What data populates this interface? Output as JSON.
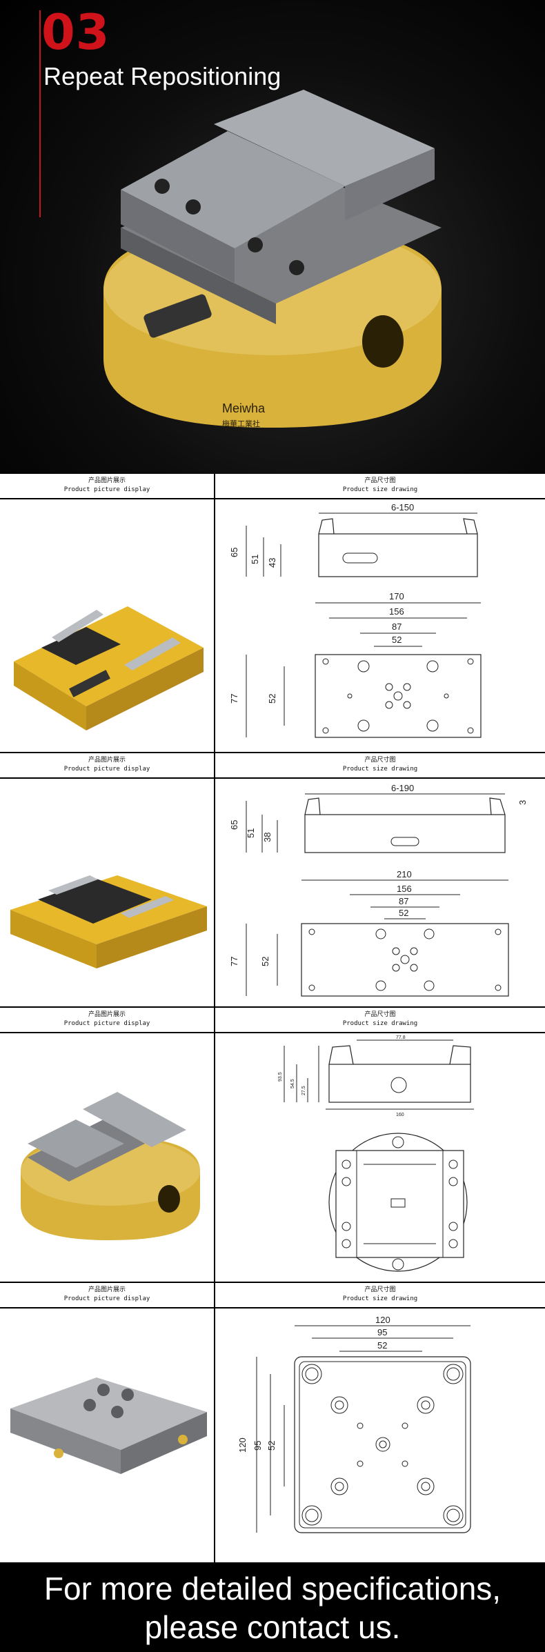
{
  "hero": {
    "number": "03",
    "title": "Repeat Repositioning",
    "logo_text": "Meiwha",
    "logo_sub": "梅華工業社"
  },
  "table": {
    "left_header_zh": "产品图片展示",
    "left_header_en": "Product picture display",
    "right_header_zh": "产品尺寸图",
    "right_header_en": "Product size drawing",
    "rows": [
      {
        "dims": {
          "top": "6-150",
          "h1": "65",
          "h2": "51",
          "h3": "43",
          "w1": "170",
          "w2": "156",
          "w3": "87",
          "w4": "52",
          "hb": "77",
          "hb2": "52"
        }
      },
      {
        "dims": {
          "top": "6-190",
          "h1": "65",
          "h2": "51",
          "h3": "38",
          "w1": "210",
          "w2": "156",
          "w3": "87",
          "w4": "52",
          "hb": "77",
          "hb2": "52",
          "side": "3"
        }
      },
      {
        "dims": {
          "top": "77.8",
          "h1": "93.5",
          "h2": "54.5",
          "h3": "27.5",
          "w1": "160"
        }
      },
      {
        "dims": {
          "w1": "120",
          "w2": "95",
          "w3": "52",
          "h1": "120",
          "h2": "95",
          "h3": "52"
        }
      }
    ]
  },
  "footer": {
    "line1": "For more detailed specifications,",
    "line2": "please contact us."
  },
  "colors": {
    "accent_red": "#d0131b",
    "gold": "#d8b23a",
    "steel": "#8c8e92"
  }
}
